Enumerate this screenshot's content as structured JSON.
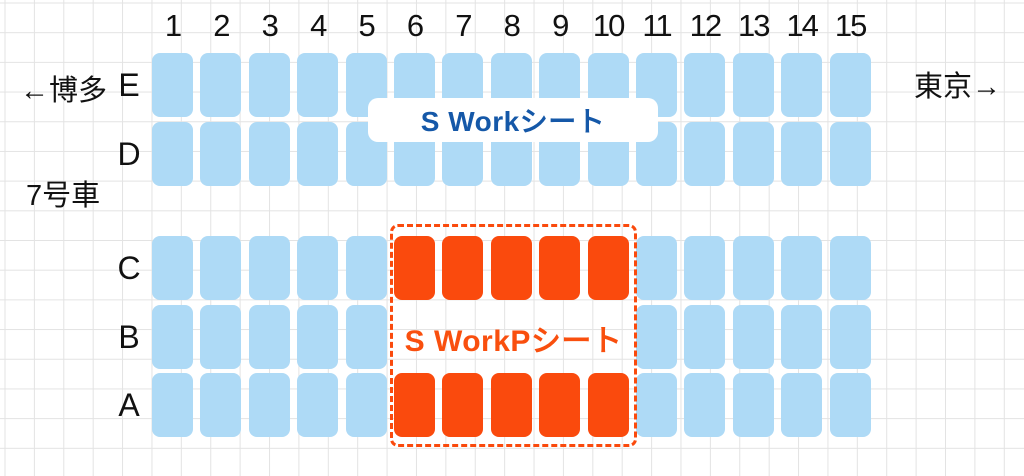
{
  "diagram": {
    "left_direction": "←博多",
    "right_direction": "東京→",
    "car_number": "7号車",
    "column_numbers": [
      "1",
      "2",
      "3",
      "4",
      "5",
      "6",
      "7",
      "8",
      "9",
      "10",
      "11",
      "12",
      "13",
      "14",
      "15"
    ],
    "upper_overlay_label": "S Workシート",
    "lower_overlay_label": "S WorkPシート",
    "rows": [
      {
        "label": "E",
        "seats": [
          "available",
          "available",
          "available",
          "available",
          "available",
          "available",
          "available",
          "available",
          "available",
          "available",
          "available",
          "available",
          "available",
          "available",
          "available"
        ]
      },
      {
        "label": "D",
        "seats": [
          "available",
          "available",
          "available",
          "available",
          "available",
          "available",
          "available",
          "available",
          "available",
          "available",
          "available",
          "available",
          "available",
          "available",
          "available"
        ]
      },
      {
        "label": "C",
        "seats": [
          "available",
          "available",
          "available",
          "available",
          "available",
          "swork_p",
          "swork_p",
          "swork_p",
          "swork_p",
          "swork_p",
          "available",
          "available",
          "available",
          "available",
          "available"
        ]
      },
      {
        "label": "B",
        "seats": [
          "available",
          "available",
          "available",
          "available",
          "available",
          "empty",
          "empty",
          "empty",
          "empty",
          "empty",
          "available",
          "available",
          "available",
          "available",
          "available"
        ]
      },
      {
        "label": "A",
        "seats": [
          "available",
          "available",
          "available",
          "available",
          "available",
          "swork_p",
          "swork_p",
          "swork_p",
          "swork_p",
          "swork_p",
          "available",
          "available",
          "available",
          "available",
          "available"
        ]
      }
    ],
    "colors": {
      "seat_available": "#aedaf6",
      "seat_swork_p": "#fa4a0d",
      "swork_text": "#1558a8",
      "sworkp_text": "#f94f0e"
    }
  }
}
